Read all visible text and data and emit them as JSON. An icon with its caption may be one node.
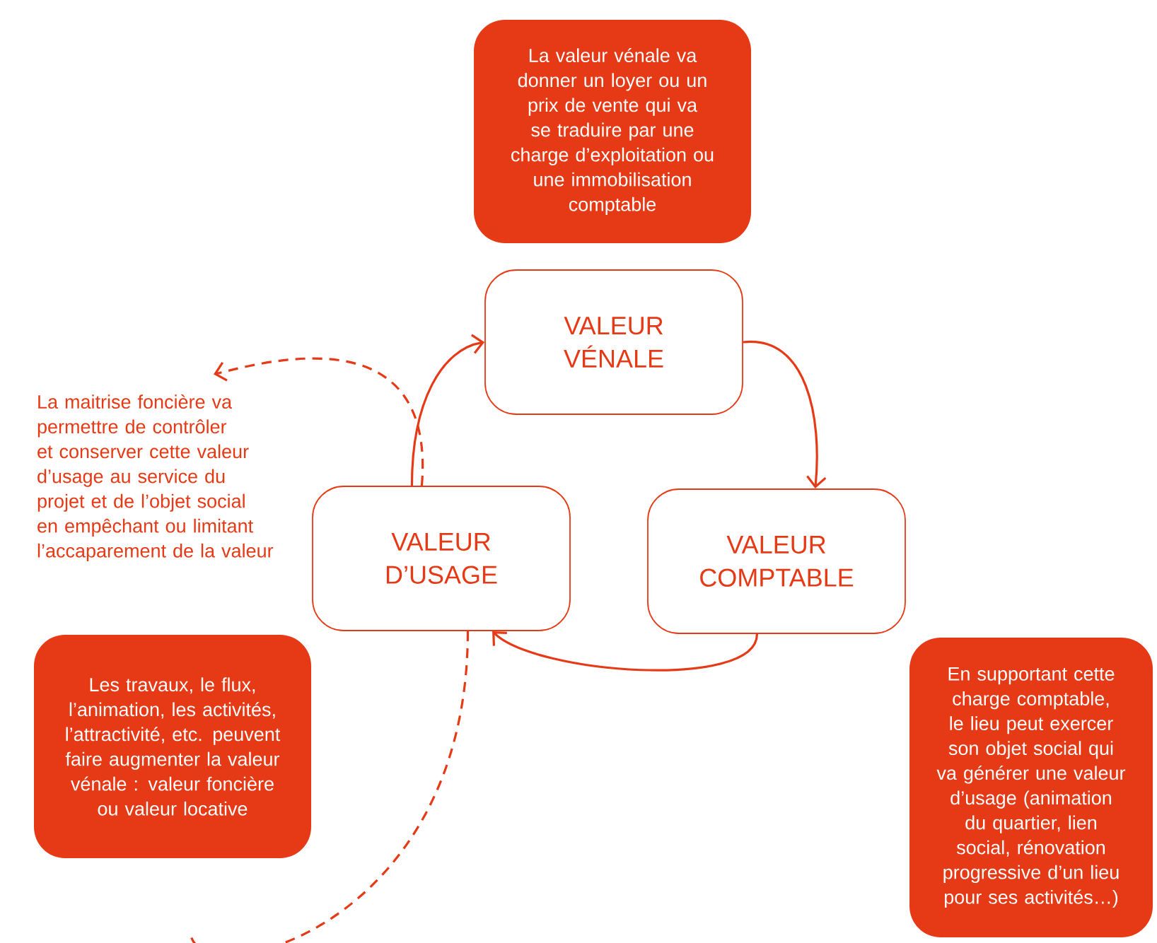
{
  "diagram": {
    "nodes": [
      {
        "text": [
          "La valeur vénale va donner un loyer ou un prix de vente qui va se traduire par une charge d’exploitation ou une immobilisation comptable"
        ]
      },
      {
        "text": [
          "VALEUR VÉNALE"
        ]
      },
      {
        "text": [
          "VALEUR COMPTABLE"
        ]
      },
      {
        "text": [
          "VALEUR D’USAGE"
        ]
      },
      {
        "text": [
          "La maitrise foncière va permettre de contrôler et conserver cette valeur d’usage au service du projet et de l’objet social en empêchant ou limitant l’accaparement de la valeur"
        ]
      },
      {
        "text": [
          "Les travaux, le flux, l’animation, les activités, l’attractivité, etc. peuvent faire augmenter la valeur vénale : valeur foncière ou valeur locative"
        ]
      },
      {
        "text": [
          "En supportant cette charge comptable, le lieu peut exercer son objet social qui va générer une valeur d’usage (animation du quartier, lien social, rénovation progressive d’un lieu pour ses activités…)"
        ]
      }
    ],
    "edges": [
      {
        "from": 1,
        "to": 2,
        "arrow": "to"
      },
      {
        "from": 2,
        "to": 3,
        "arrow": "to"
      },
      {
        "from": 3,
        "to": 1,
        "arrow": "to"
      },
      {
        "from": 3,
        "to": 4,
        "arrow": "to",
        "style": "dashed"
      },
      {
        "from": 3,
        "to": null,
        "arrow": "none",
        "style": "dashed"
      }
    ]
  }
}
